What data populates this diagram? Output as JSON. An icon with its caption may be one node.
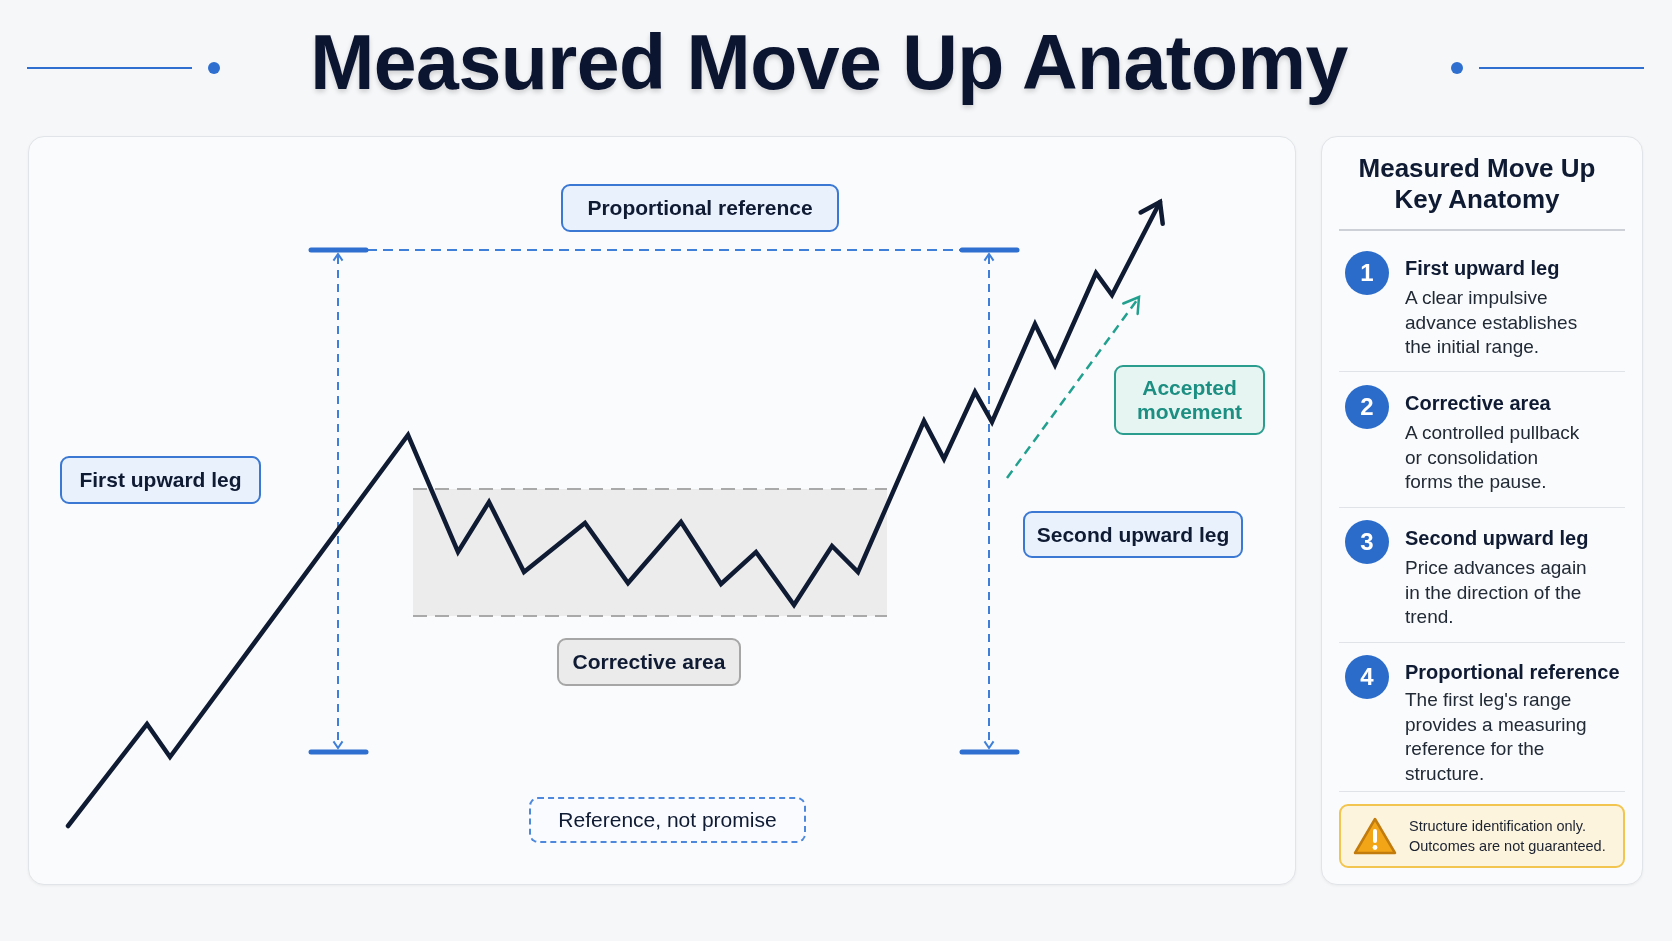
{
  "diagram": {
    "title": "Measured Move Up Anatomy",
    "nodes": [
      {
        "text": [],
        "shape": "box"
      },
      {
        "text": [
          "Proportional reference"
        ],
        "in": 0
      },
      {
        "text": [
          "Accepted movement"
        ],
        "in": 0
      },
      {
        "text": [
          "First upward leg"
        ],
        "in": 0
      },
      {
        "text": [
          "Second upward leg"
        ],
        "in": 0
      },
      {
        "text": [
          "Corrective area"
        ],
        "in": 0
      },
      {
        "text": [
          "Reference, not promise"
        ],
        "in": 0
      },
      {
        "text": [
          "Measured Move Up Key Anatomy"
        ]
      },
      {
        "text": [
          "1"
        ],
        "in": 7,
        "beside": [
          "First upward leg",
          "A clear impulsive advance establishes the initial range."
        ]
      },
      {
        "text": [
          "2"
        ],
        "in": 7,
        "beside": [
          "Corrective area",
          "A controlled pullback or consolidation forms the pause."
        ]
      },
      {
        "text": [
          "3"
        ],
        "in": 7,
        "beside": [
          "Second upward leg",
          "Price advances again in the direction of the trend."
        ]
      },
      {
        "text": [
          "4"
        ],
        "in": 7,
        "beside": [
          "Proportional reference",
          "The first leg's range provides a measuring reference for the structure."
        ]
      },
      {
        "text": [
          "Structure identification only. Outcomes are not guaranteed."
        ],
        "in": 7
      }
    ]
  }
}
